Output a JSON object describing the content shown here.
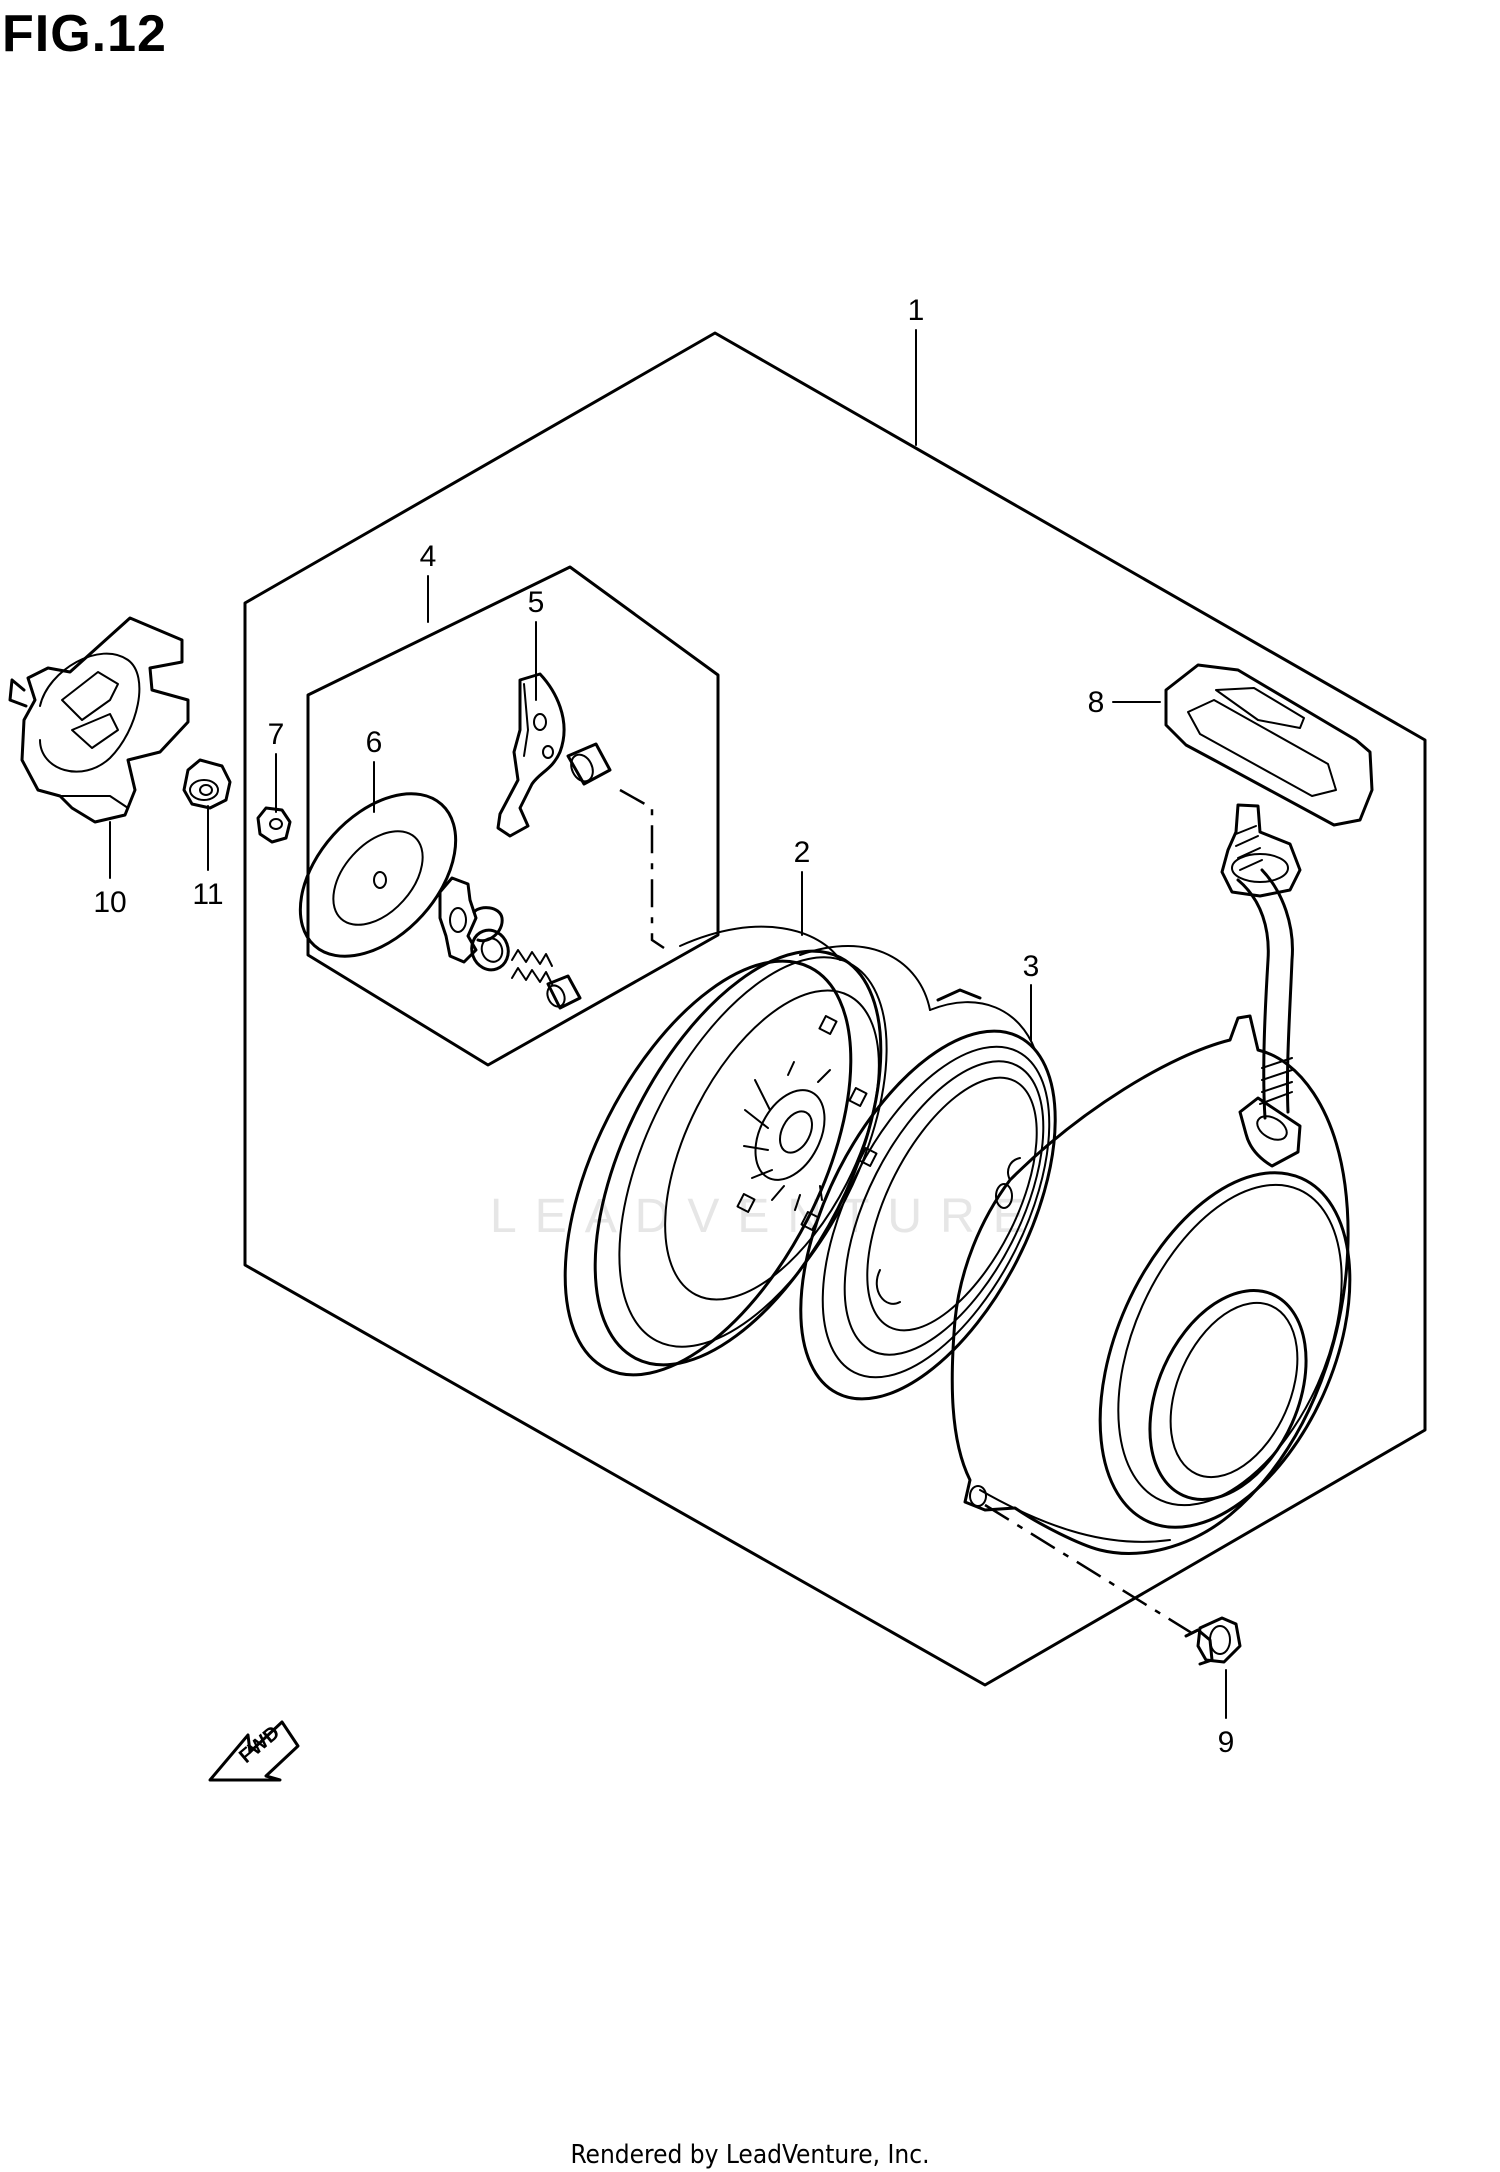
{
  "figure": {
    "title": "FIG.12",
    "watermark": "LEADVENTURE",
    "fwd_label": "FWD",
    "footer": "Rendered by LeadVenture, Inc."
  },
  "callouts": [
    "1",
    "2",
    "3",
    "4",
    "5",
    "6",
    "7",
    "8",
    "9",
    "10",
    "11"
  ],
  "parts": [
    {
      "ref": "1",
      "icon": "recoil-starter-assembly-icon"
    },
    {
      "ref": "2",
      "icon": "rope-reel-icon"
    },
    {
      "ref": "3",
      "icon": "recoil-spring-icon"
    },
    {
      "ref": "4",
      "icon": "ratchet-kit-icon"
    },
    {
      "ref": "5",
      "icon": "ratchet-pawl-icon"
    },
    {
      "ref": "6",
      "icon": "friction-plate-icon"
    },
    {
      "ref": "7",
      "icon": "nut-icon"
    },
    {
      "ref": "8",
      "icon": "starter-handle-icon"
    },
    {
      "ref": "9",
      "icon": "bolt-icon"
    },
    {
      "ref": "10",
      "icon": "starter-pulley-icon"
    },
    {
      "ref": "11",
      "icon": "flange-nut-icon"
    }
  ]
}
